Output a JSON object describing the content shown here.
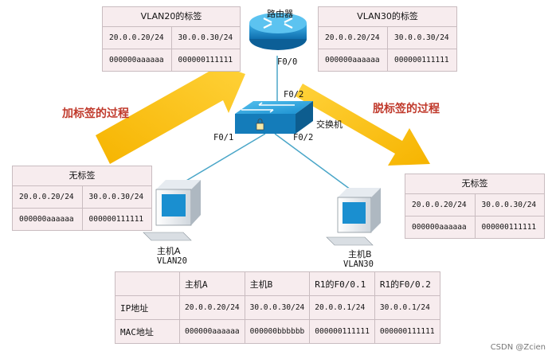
{
  "tag_boxes": {
    "vlan20": {
      "title": "VLAN20的标签",
      "ip": [
        "20.0.0.20/24",
        "30.0.0.30/24"
      ],
      "mac": [
        "000000aaaaaa",
        "000000111111"
      ]
    },
    "vlan30": {
      "title": "VLAN30的标签",
      "ip": [
        "20.0.0.20/24",
        "30.0.0.30/24"
      ],
      "mac": [
        "000000aaaaaa",
        "000000111111"
      ]
    },
    "untagged_left": {
      "title": "无标签",
      "ip": [
        "20.0.0.20/24",
        "30.0.0.30/24"
      ],
      "mac": [
        "000000aaaaaa",
        "000000111111"
      ]
    },
    "untagged_right": {
      "title": "无标签",
      "ip": [
        "20.0.0.20/24",
        "30.0.0.30/24"
      ],
      "mac": [
        "000000aaaaaa",
        "000000111111"
      ]
    }
  },
  "devices": {
    "router": {
      "label": "路由器",
      "port": "F0/0"
    },
    "switch": {
      "label": "交换机",
      "port_up": "F0/2",
      "port_left": "F0/1",
      "port_right": "F0/2"
    },
    "host_a": {
      "label": "主机A",
      "vlan": "VLAN20"
    },
    "host_b": {
      "label": "主机B",
      "vlan": "VLAN30"
    }
  },
  "processes": {
    "add_tag": "加标签的过程",
    "remove_tag": "脱标签的过程"
  },
  "info_table": {
    "headers": [
      "",
      "主机A",
      "主机B",
      "R1的F0/0.1",
      "R1的F0/0.2"
    ],
    "rows": [
      [
        "IP地址",
        "20.0.0.20/24",
        "30.0.0.30/24",
        "20.0.0.1/24",
        "30.0.0.1/24"
      ],
      [
        "MAC地址",
        "000000aaaaaa",
        "000000bbbbbb",
        "000000111111",
        "000000111111"
      ]
    ]
  },
  "watermark": "CSDN @Zcien",
  "colors": {
    "box_fill": "#f7ecee",
    "arrow": "#f2b705",
    "device_blue": "#1a8fd0",
    "link_line": "#4aa6c8",
    "process_text": "#c0392b"
  }
}
